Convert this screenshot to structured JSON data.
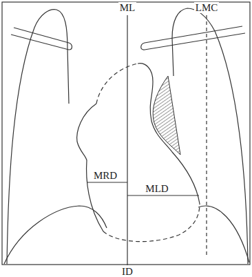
{
  "diagram": {
    "labels": [
      "ML",
      "LMC",
      "MRD",
      "MLD",
      "ID"
    ]
  }
}
